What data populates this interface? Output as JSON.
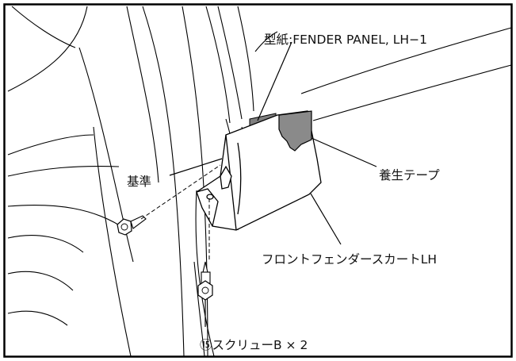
{
  "labels": {
    "template": "型紙:FENDER PANEL, LH−1",
    "reference": "基準",
    "protective_tape": "養生テープ",
    "fender_skirt": "フロントフェンダースカートLH",
    "screw": "⑮スクリューB × 2"
  }
}
